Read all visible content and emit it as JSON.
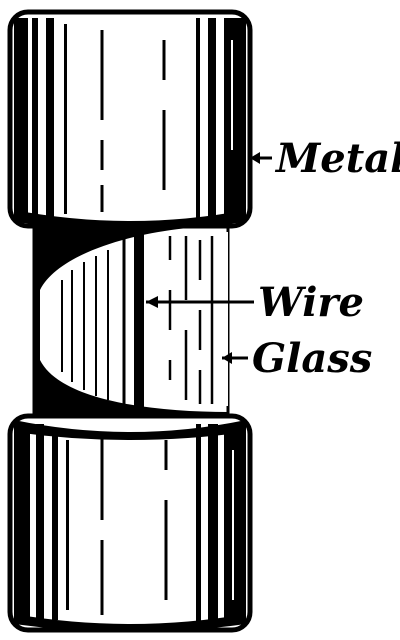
{
  "diagram": {
    "subject": "cartridge fuse cutaway",
    "labels": {
      "metal": "Metal",
      "wire": "Wire",
      "glass": "Glass"
    },
    "colors": {
      "ink": "#000000",
      "paper": "#ffffff"
    }
  }
}
